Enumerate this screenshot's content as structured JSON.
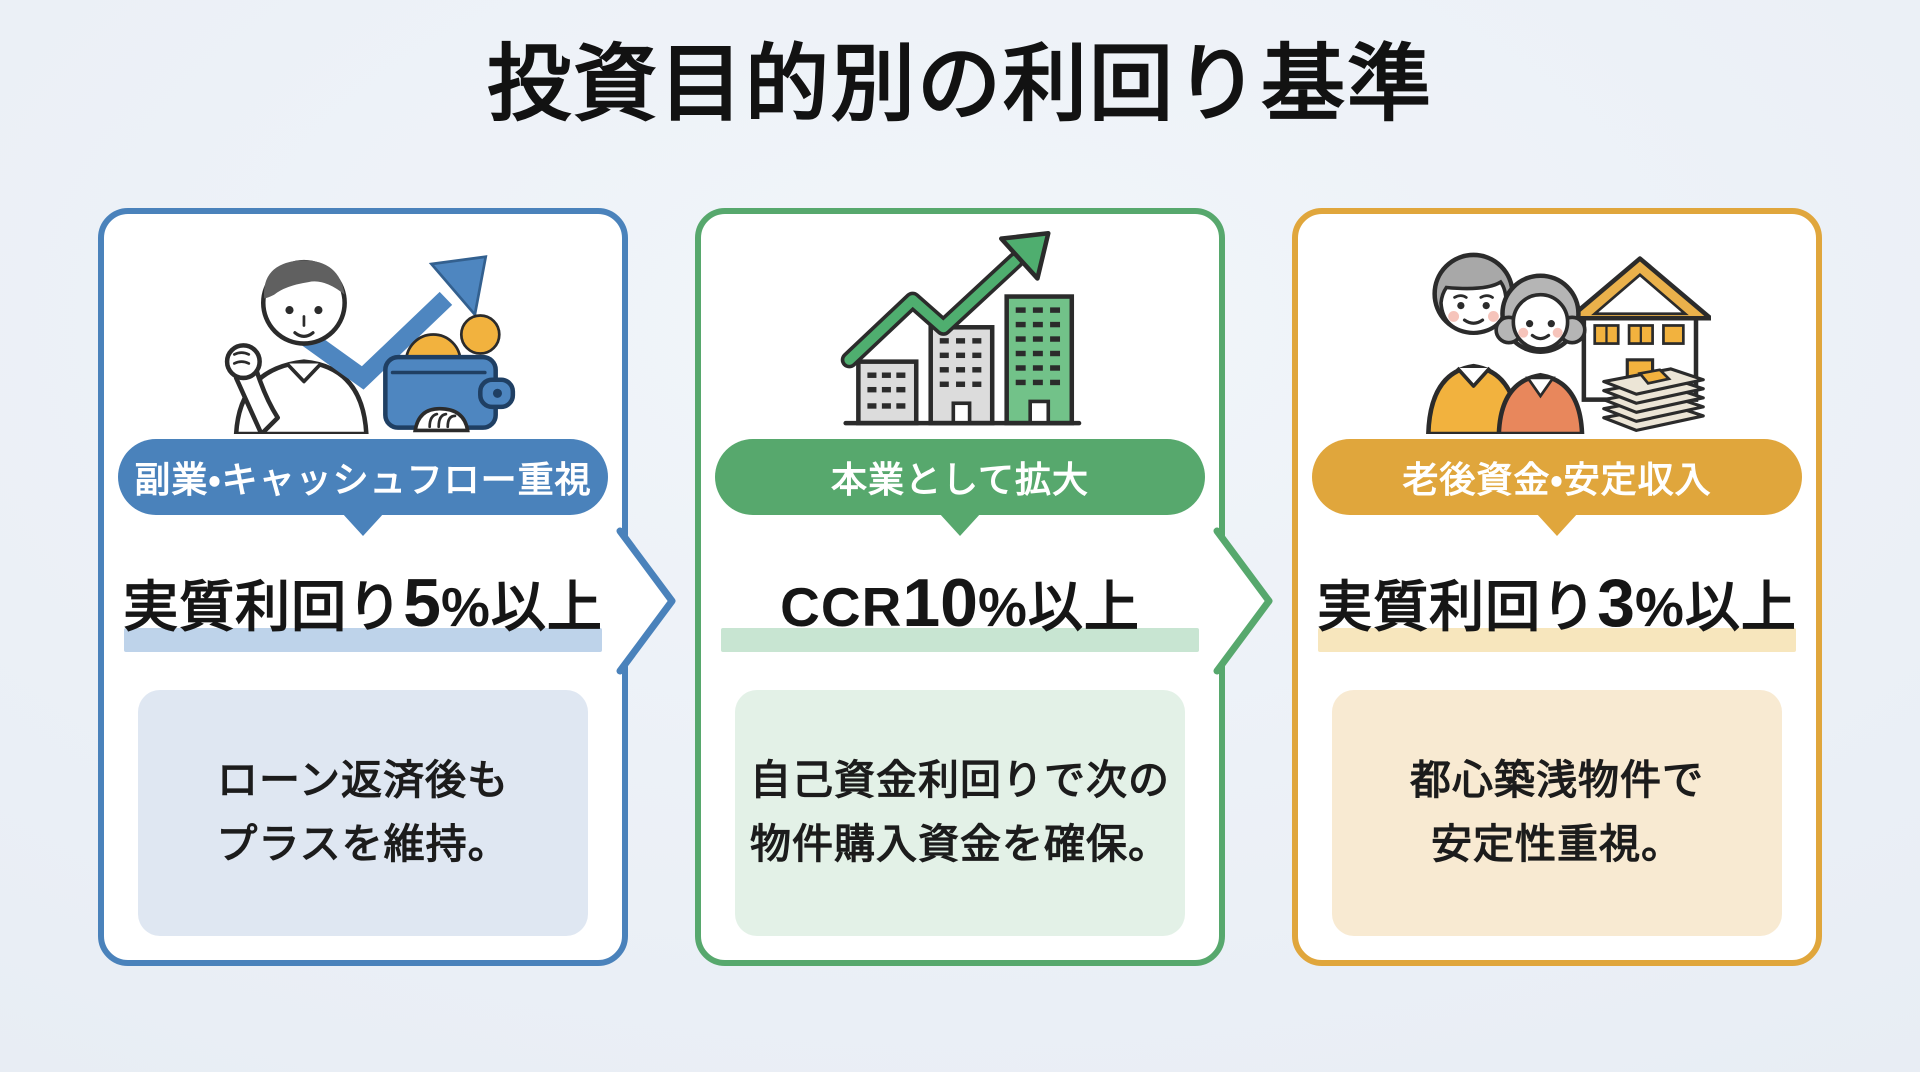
{
  "page": {
    "title": "投資目的別の利回り基準",
    "background_color": "#e9eef5",
    "title_color": "#121212"
  },
  "cards": [
    {
      "badge": "副業・キャッシュフロー重視",
      "criterion": {
        "lead": "実質利回り",
        "num": "5",
        "tail": "%以上"
      },
      "description_lines": [
        "ローン返済後も",
        "プラスを維持。"
      ],
      "illustration": "businessman-fist-wallet-rising-arrow",
      "colors": {
        "accent": "#4a82bb",
        "underline": "#bed3ea",
        "panel": "#dfe7f2"
      }
    },
    {
      "badge": "本業として拡大",
      "criterion": {
        "lead": "CCR",
        "num": "10",
        "tail": "%以上"
      },
      "description_lines": [
        "自己資金利回りで次の",
        "物件購入資金を確保。"
      ],
      "illustration": "growing-buildings-rising-arrow",
      "colors": {
        "accent": "#57a86d",
        "underline": "#c8e5d2",
        "panel": "#e3f1e7"
      }
    },
    {
      "badge": "老後資金・安定収入",
      "criterion": {
        "lead": "実質利回り",
        "num": "3",
        "tail": "%以上"
      },
      "description_lines": [
        "都心築浅物件で",
        "安定性重視。"
      ],
      "illustration": "elderly-couple-house-money",
      "colors": {
        "accent": "#e0a63c",
        "underline": "#f7e6bd",
        "panel": "#f8ead2"
      }
    }
  ]
}
